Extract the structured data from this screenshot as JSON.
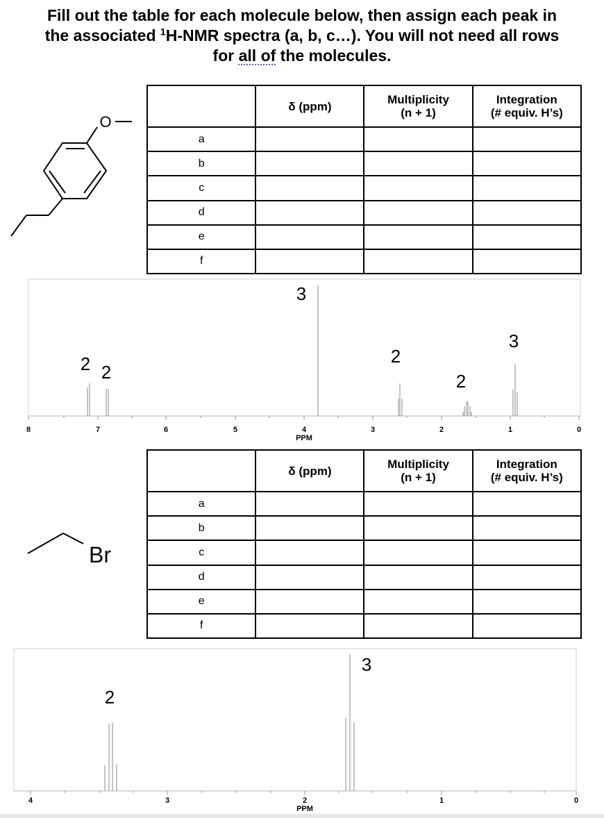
{
  "instructions": {
    "line1": "Fill out the table for each molecule below, then assign each peak in",
    "line2_pre": "the associated ",
    "line2_sup": "1",
    "line2_post": "H-NMR spectra (a, b, c…). You will not need all rows",
    "line3_pre": "for ",
    "line3_dotted": "all of",
    "line3_post": " the molecules."
  },
  "table_headers": {
    "shift": "δ (ppm)",
    "mult_line1": "Multiplicity",
    "mult_line2": "(n + 1)",
    "int_line1": "Integration",
    "int_line2": "(# equiv. H’s)"
  },
  "row_labels": [
    "a",
    "b",
    "c",
    "d",
    "e",
    "f"
  ],
  "molecule1": {
    "atom_label": "O"
  },
  "molecule2": {
    "atom_label": "Br"
  },
  "spectrum1": {
    "axis_label": "PPM",
    "ticks": [
      "8",
      "7",
      "6",
      "5",
      "4",
      "3",
      "2",
      "1",
      "0"
    ],
    "integrations": [
      "2",
      "2",
      "3",
      "2",
      "2",
      "3"
    ]
  },
  "spectrum2": {
    "axis_label": "PPM",
    "ticks": [
      "4",
      "3",
      "2",
      "1",
      "0"
    ],
    "integrations": [
      "2",
      "3"
    ]
  }
}
